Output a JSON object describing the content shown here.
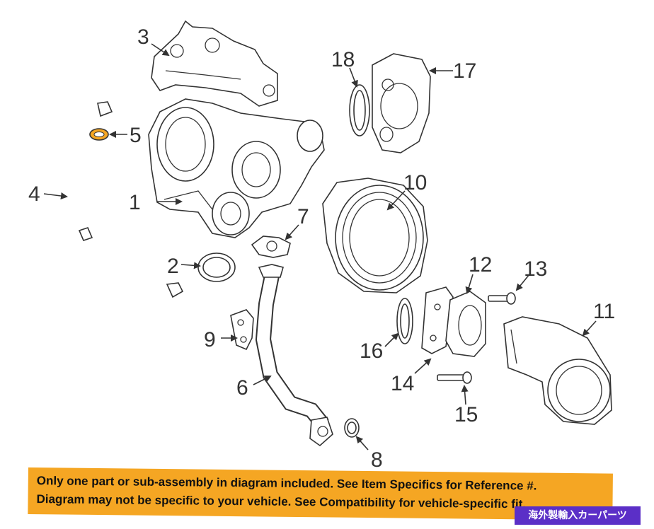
{
  "diagram": {
    "callouts": [
      "1",
      "2",
      "3",
      "4",
      "5",
      "6",
      "7",
      "8",
      "9",
      "10",
      "11",
      "12",
      "13",
      "14",
      "15",
      "16",
      "17",
      "18"
    ],
    "highlight_color": "#f5a623",
    "highlighted_part": "5"
  },
  "disclaimer": {
    "line1": "Only one part or sub-assembly in diagram included. See Item Specifics for Reference #.",
    "line2": "Diagram may not be specific to your vehicle. See Compatibility for vehicle-specific fit.",
    "background": "#f5a623"
  },
  "badge": {
    "text": "海外製輸入カーパーツ",
    "background": "#5b2fc7"
  }
}
